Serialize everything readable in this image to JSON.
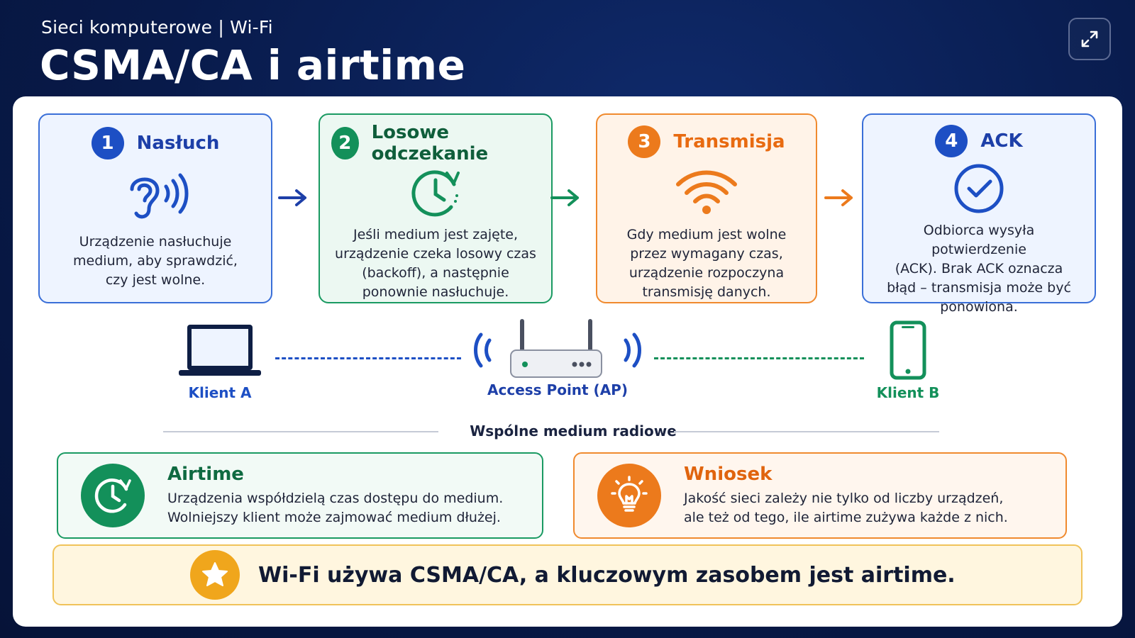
{
  "header": {
    "subtitle": "Sieci komputerowe | Wi-Fi",
    "title": "CSMA/CA i airtime",
    "expand_icon": "expand-icon"
  },
  "steps": [
    {
      "number": "1",
      "title": "Nasłuch",
      "icon": "ear-icon",
      "description": [
        "Urządzenie nasłuchuje",
        "medium, aby sprawdzić,",
        "czy jest wolne."
      ],
      "color": "#1d4fc4"
    },
    {
      "number": "2",
      "title": "Losowe odczekanie",
      "icon": "clock-icon",
      "description": [
        "Jeśli medium jest zajęte,",
        "urządzenie czeka losowy czas",
        "(backoff), a następnie",
        "ponownie nasłuchuje."
      ],
      "color": "#13905a"
    },
    {
      "number": "3",
      "title": "Transmisja",
      "icon": "wifi-icon",
      "description": [
        "Gdy medium jest wolne",
        "przez wymagany czas,",
        "urządzenie rozpoczyna",
        "transmisję danych."
      ],
      "color": "#ec7a1c"
    },
    {
      "number": "4",
      "title": "ACK",
      "icon": "check-icon",
      "description": [
        "Odbiorca wysyła potwierdzenie",
        "(ACK). Brak ACK oznacza",
        "błąd – transmisja może być",
        "ponowiona."
      ],
      "color": "#1d4fc4"
    }
  ],
  "devices": {
    "client_a": "Klient A",
    "access_point": "Access Point (AP)",
    "client_b": "Klient B",
    "medium_label": "Wspólne medium radiowe"
  },
  "airtime": {
    "title": "Airtime",
    "lines": [
      "Urządzenia współdzielą czas dostępu do medium.",
      "Wolniejszy klient może zajmować medium dłużej."
    ],
    "icon": "clock-icon"
  },
  "conclusion": {
    "title": "Wniosek",
    "lines": [
      "Jakość sieci zależy nie tylko od liczby urządzeń,",
      "ale też od tego, ile airtime zużywa każde z nich."
    ],
    "icon": "lightbulb-icon"
  },
  "summary": {
    "text": "Wi-Fi używa CSMA/CA, a kluczowym zasobem jest airtime.",
    "icon": "star-icon"
  },
  "colors": {
    "blue": "#1d4fc4",
    "green": "#13905a",
    "orange": "#ec7a1c",
    "gold": "#f0a61c"
  }
}
